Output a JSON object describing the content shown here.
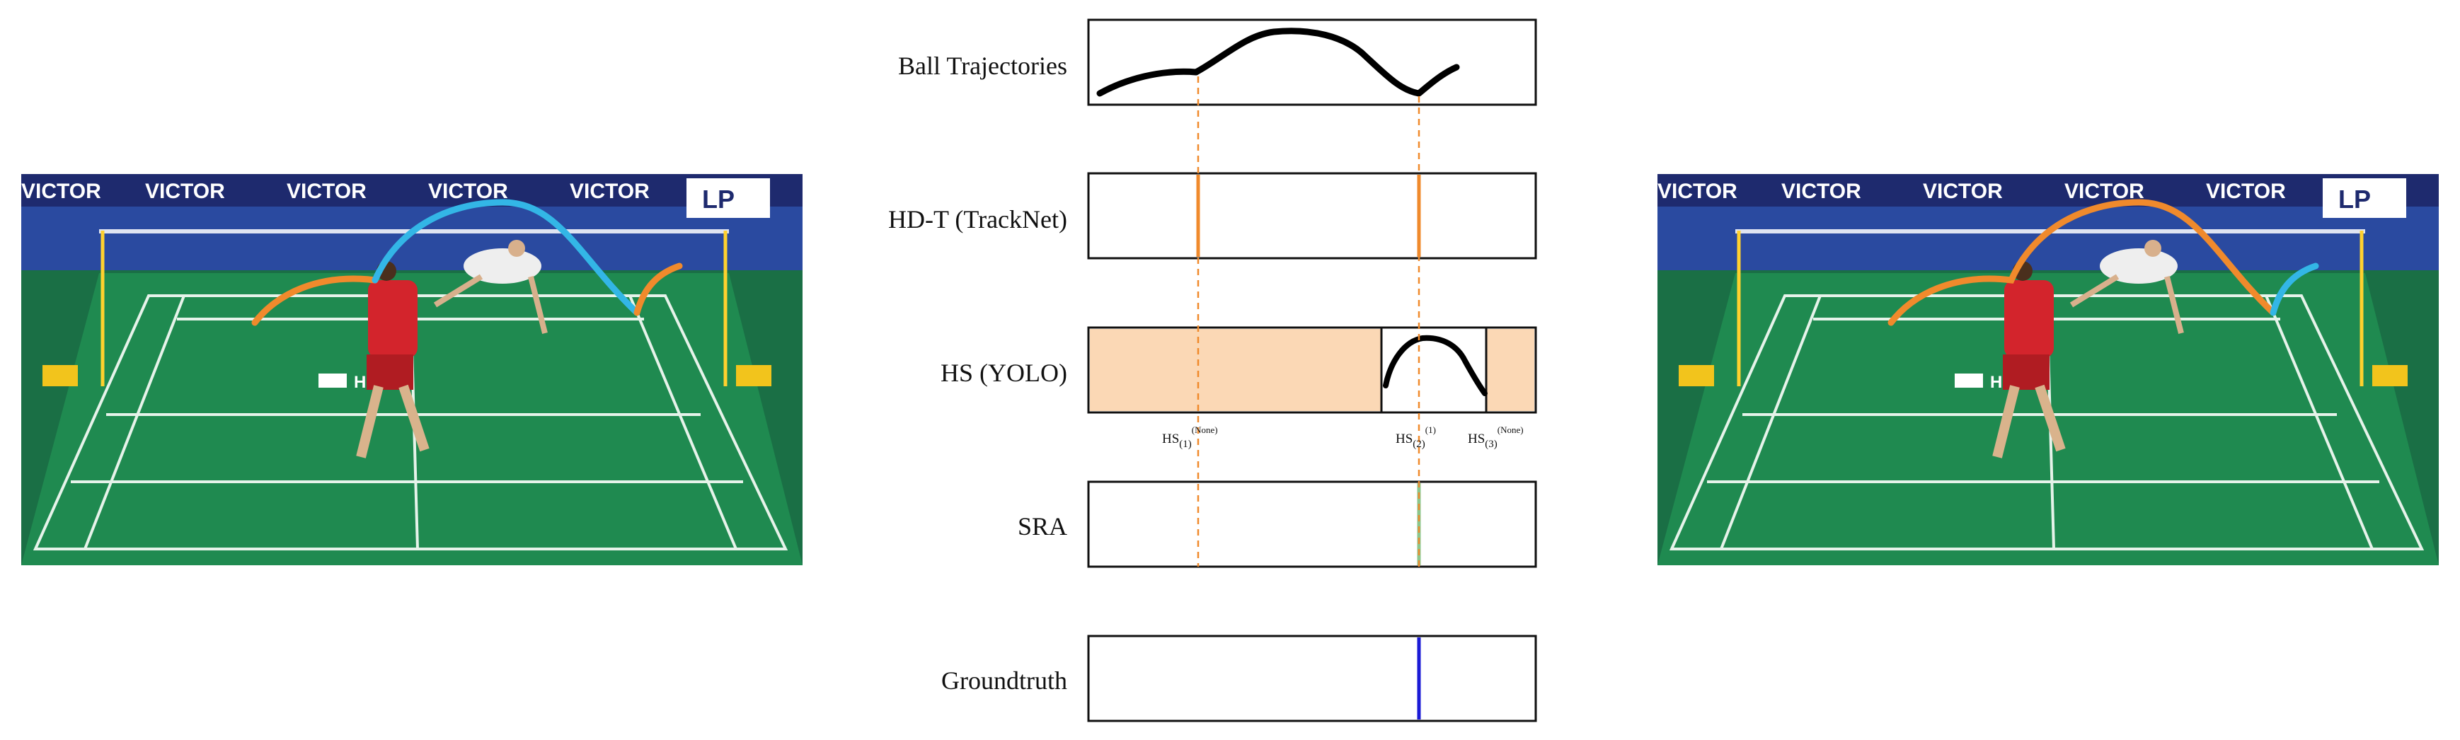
{
  "rows": [
    {
      "label": "Ball Trajectories"
    },
    {
      "label": "HD-T (TrackNet)"
    },
    {
      "label": "HS (YOLO)"
    },
    {
      "label": "SRA"
    },
    {
      "label": "Groundtruth"
    }
  ],
  "hs_labels": [
    {
      "base": "HS",
      "sub": "(1)",
      "sup": "(None)"
    },
    {
      "base": "HS",
      "sub": "(2)",
      "sup": "(1)"
    },
    {
      "base": "HS",
      "sub": "(3)",
      "sup": "(None)"
    }
  ],
  "banner": {
    "sponsor": "VICTOR",
    "repeat": [
      "VICTOR",
      "VICTOR",
      "VICTOR",
      "VICTOR",
      "VICTOR"
    ],
    "logo": "LP",
    "court_sponsor": "HSBC"
  },
  "colors": {
    "orange": "#f08a2c",
    "cyan": "#33b6e6",
    "shaded": "#fbd8b5",
    "sra_line": "#8cc68c",
    "groundtruth_line": "#1a1ad6",
    "court": "#1d7a4a",
    "banner": "#1e2a6e"
  },
  "icons": [
    "victor-logo-icon",
    "lp-logo-icon",
    "hsbc-logo-icon"
  ]
}
